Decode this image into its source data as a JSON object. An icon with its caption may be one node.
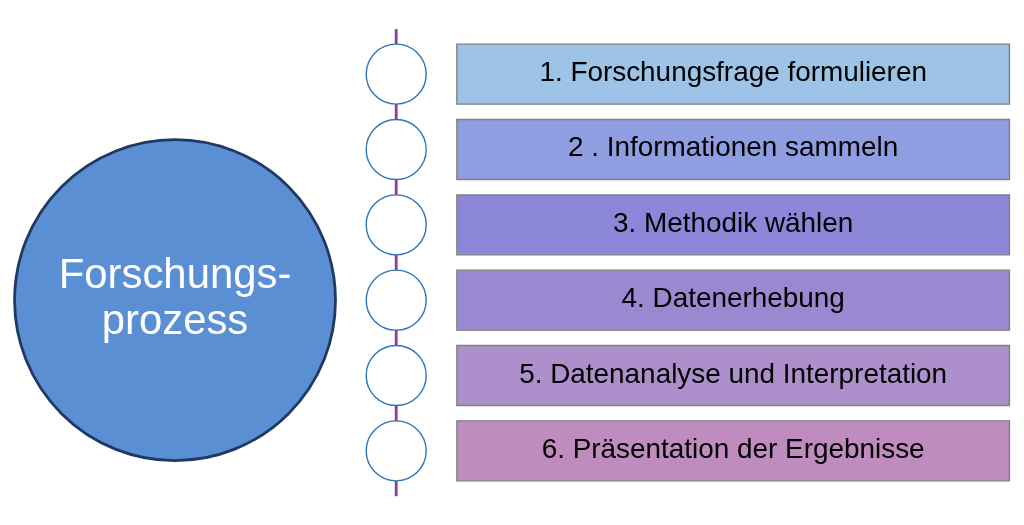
{
  "diagram": {
    "nodes": [
      {
        "text": [
          "Forschungs- prozess"
        ]
      },
      {
        "text": [],
        "shape": "circle"
      },
      {
        "text": [
          "1. Forschungsfrage formulieren"
        ]
      },
      {
        "text": [],
        "shape": "circle"
      },
      {
        "text": [
          "2 . Informationen sammeln"
        ]
      },
      {
        "text": [],
        "shape": "circle"
      },
      {
        "text": [
          "3. Methodik wählen"
        ]
      },
      {
        "text": [],
        "shape": "circle"
      },
      {
        "text": [
          "4. Datenerhebung"
        ]
      },
      {
        "text": [],
        "shape": "circle"
      },
      {
        "text": [
          "5. Datenanalyse und Interpretation"
        ]
      },
      {
        "text": [],
        "shape": "circle"
      },
      {
        "text": [
          "6. Präsentation der Ergebnisse"
        ]
      }
    ],
    "edges": [
      {
        "from": null,
        "to": 1,
        "arrow": "none",
        "color": "#8e3a9e"
      },
      {
        "from": 1,
        "to": 3,
        "arrow": "none",
        "color": "#8e3a9e"
      },
      {
        "from": 3,
        "to": 5,
        "arrow": "none",
        "color": "#8e3a9e"
      },
      {
        "from": 5,
        "to": 7,
        "arrow": "none",
        "color": "#8e3a9e"
      },
      {
        "from": 7,
        "to": 9,
        "arrow": "none",
        "color": "#8e3a9e"
      },
      {
        "from": 9,
        "to": 11,
        "arrow": "none",
        "color": "#8e3a9e"
      },
      {
        "from": 11,
        "to": null,
        "arrow": "none",
        "color": "#8e3a9e"
      }
    ]
  }
}
